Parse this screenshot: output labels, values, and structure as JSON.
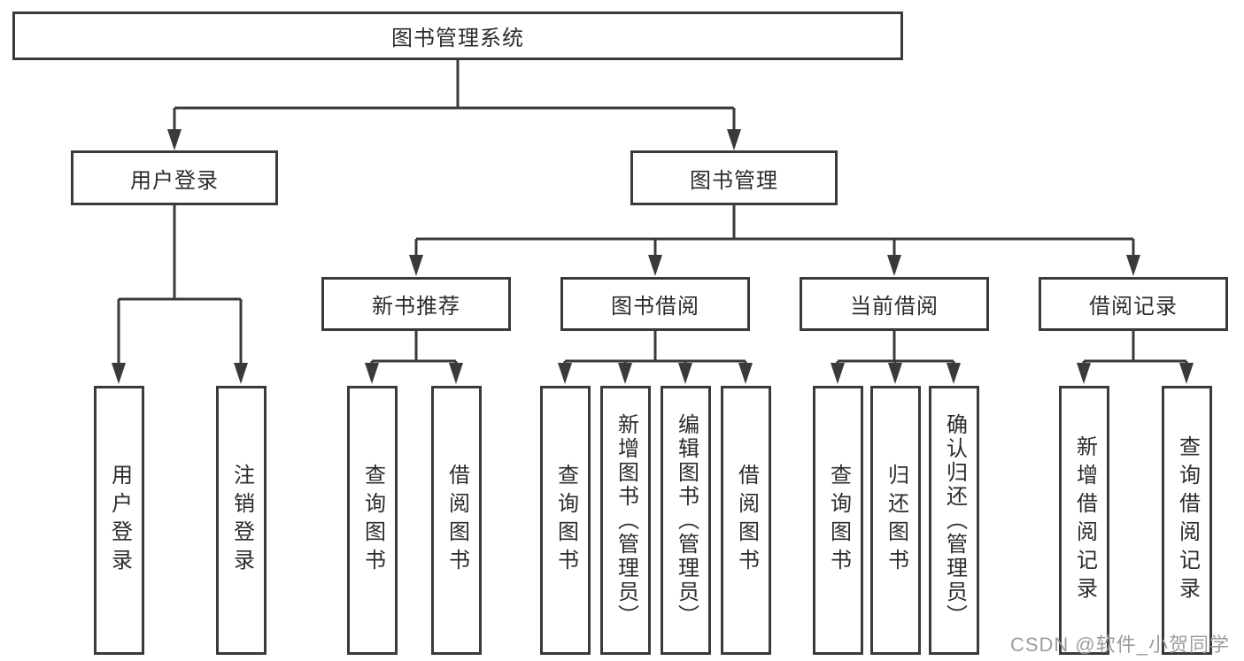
{
  "diagram": {
    "title": "图书管理系统",
    "type": "hierarchy-tree",
    "colors": {
      "line": "#3a3a3a",
      "box_border": "#3a3a3a",
      "box_background": "#ffffff",
      "text": "#2c2c2c",
      "watermark": "#9d9d9d"
    },
    "nodes": {
      "root": {
        "label": "图书管理系统"
      },
      "level2": [
        {
          "label": "用户登录"
        },
        {
          "label": "图书管理"
        }
      ],
      "level3": [
        {
          "label": "新书推荐"
        },
        {
          "label": "图书借阅"
        },
        {
          "label": "当前借阅"
        },
        {
          "label": "借阅记录"
        }
      ],
      "leaves": [
        {
          "label": "用户登录",
          "parent": "用户登录"
        },
        {
          "label": "注销登录",
          "parent": "用户登录"
        },
        {
          "label": "查询图书",
          "parent": "新书推荐"
        },
        {
          "label": "借阅图书",
          "parent": "新书推荐"
        },
        {
          "label": "查询图书",
          "parent": "图书借阅"
        },
        {
          "label": "新增图书（管理员）",
          "parent": "图书借阅"
        },
        {
          "label": "编辑图书（管理员）",
          "parent": "图书借阅"
        },
        {
          "label": "借阅图书",
          "parent": "图书借阅"
        },
        {
          "label": "查询图书",
          "parent": "当前借阅"
        },
        {
          "label": "归还图书",
          "parent": "当前借阅"
        },
        {
          "label": "确认归还（管理员）",
          "parent": "当前借阅"
        },
        {
          "label": "新增借阅记录",
          "parent": "借阅记录"
        },
        {
          "label": "查询借阅记录",
          "parent": "借阅记录"
        }
      ]
    },
    "watermark": "CSDN @软件_小贺同学"
  }
}
